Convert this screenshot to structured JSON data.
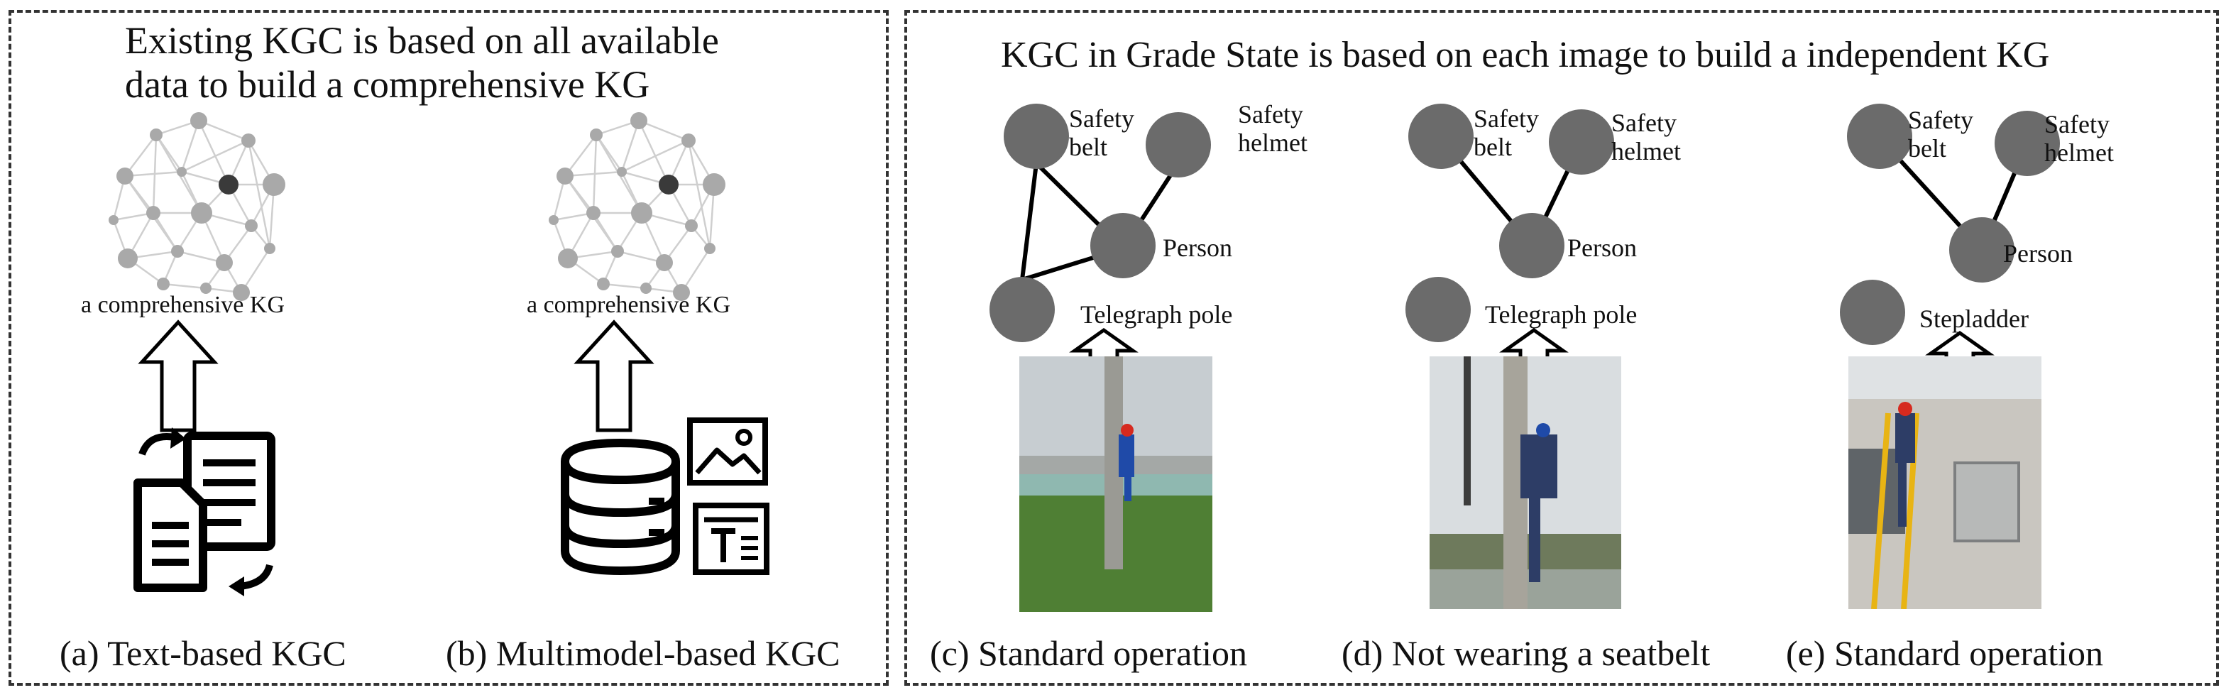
{
  "left": {
    "heading_line1": "Existing KGC is based on all available",
    "heading_line2": "data to build a comprehensive KG",
    "kg_label_a": "a comprehensive KG",
    "kg_label_b": "a comprehensive KG",
    "caption_a": "(a) Text-based KGC",
    "caption_b": "(b) Multimodel-based KGC"
  },
  "right": {
    "heading": "KGC in Grade State is based on each image to build a independent KG",
    "panel_c": {
      "caption": "(c) Standard operation",
      "nodes": {
        "belt_l1": "Safety",
        "belt_l2": "belt",
        "helmet_l1": "Safety",
        "helmet_l2": "helmet",
        "person": "Person",
        "object": "Telegraph pole"
      }
    },
    "panel_d": {
      "caption": "(d) Not wearing a seatbelt",
      "nodes": {
        "belt_l1": "Safety",
        "belt_l2": "belt",
        "helmet_l1": "Safety",
        "helmet_l2": "helmet",
        "person": "Person",
        "object": "Telegraph pole"
      }
    },
    "panel_e": {
      "caption": "(e) Standard operation",
      "nodes": {
        "belt_l1": "Safety",
        "belt_l2": "belt",
        "helmet_l1": "Safety",
        "helmet_l2": "helmet",
        "person": "Person",
        "object": "Stepladder"
      }
    }
  },
  "colors": {
    "node": "#6b6b6b",
    "network_node": "#a9a9a9",
    "network_dark": "#3a3a3a",
    "edge": "#000000",
    "border": "#333333"
  },
  "icons": [
    "network-graph-icon",
    "up-arrow-icon",
    "documents-icon",
    "database-icon",
    "image-icon",
    "text-document-icon"
  ]
}
